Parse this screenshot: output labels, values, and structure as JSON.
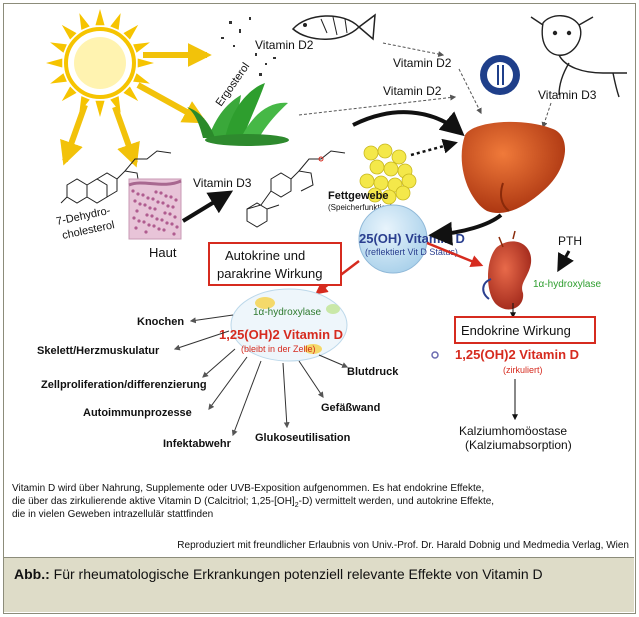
{
  "diagram": {
    "labels": {
      "vitamin_d2_top": "Vitamin D2",
      "vitamin_d2_mid": "Vitamin D2",
      "vitamin_d2_plant": "Vitamin D2",
      "vitamin_d3_cow": "Vitamin D3",
      "ergosterol": "Ergosterol",
      "dehydro_1": "7-Dehydro-",
      "dehydro_2": "cholesterol",
      "haut": "Haut",
      "vitamin_d3_skin": "Vitamin D3",
      "fettgewebe": "Fettgewebe",
      "speicherfunktion": "(Speicherfunktion)",
      "calcidiol": "25(OH) Vitamin D",
      "calcidiol_sub": "(reflektiert Vit D Status)",
      "pth": "PTH",
      "hydroxylase_kidney": "1α-hydroxylase",
      "hydroxylase_cell": "1α-hydroxylase",
      "autokrin_1": "Autokrine und",
      "autokrin_2": "parakrine Wirkung",
      "endokrin": "Endokrine Wirkung",
      "calcitriol_cell": "1,25(OH)2 Vitamin D",
      "calcitriol_cell_sub": "(bleibt in der Zelle)",
      "calcitriol_kidney": "1,25(OH)2 Vitamin D",
      "calcitriol_kidney_sub": "(zirkuliert)",
      "knochen": "Knochen",
      "skelett": "Skelett/Herzmuskulatur",
      "zellprolif": "Zellproliferation/differenzierung",
      "autoimmun": "Autoimmunprozesse",
      "infekt": "Infektabwehr",
      "gluko": "Glukoseutilisation",
      "gefaess": "Gefäßwand",
      "blutdruck": "Blutdruck",
      "kalzium_1": "Kalziumhomöostase",
      "kalzium_2": "(Kalziumabsorption)"
    },
    "colors": {
      "sun": "#f6c400",
      "yellow_arrow": "#f2c20a",
      "red": "#d62b1f",
      "blue": "#2a3f8f",
      "green": "#2e9e2e",
      "liver": "#c9461c",
      "kidney": "#c03a2b"
    }
  },
  "notes": {
    "line1": "Vitamin D wird über Nahrung, Supplemente oder UVB-Exposition aufgenommen. Es hat endokrine Effekte,",
    "line2_a": "die über das zirkulierende aktive Vitamin D (Calcitriol; 1,25-[OH]",
    "line2_sub": "2",
    "line2_b": "-D) vermittelt werden, und autokrine Effekte,",
    "line3": "die in vielen Geweben intrazellulär stattfinden"
  },
  "credit": "Reproduziert mit freundlicher Erlaubnis von Univ.-Prof. Dr. Harald Dobnig und Medmedia Verlag, Wien",
  "caption": {
    "prefix": "Abb.:",
    "text": " Für rheumatologische Erkrankungen potenziell relevante Effekte von Vitamin D"
  }
}
